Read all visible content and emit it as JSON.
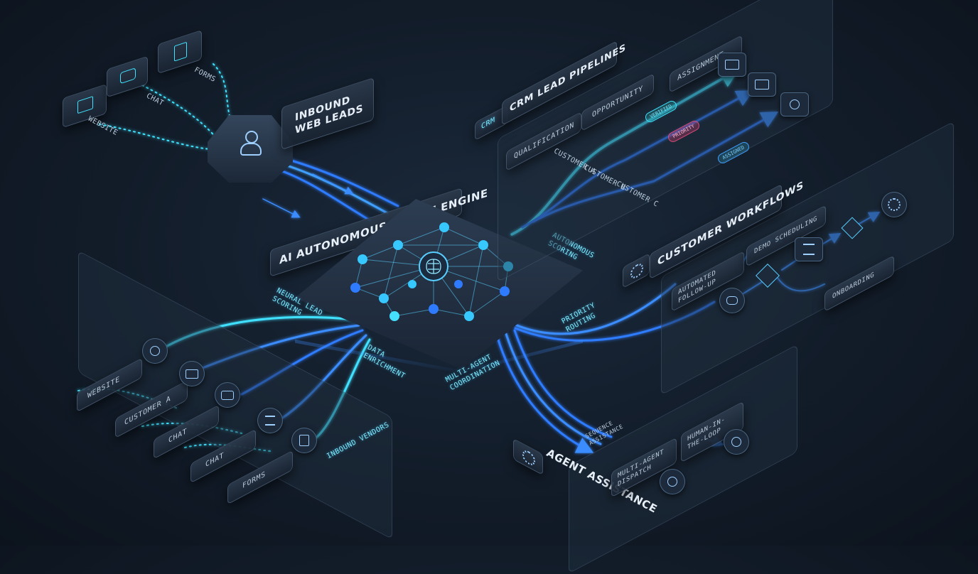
{
  "sources": {
    "website_label": "Website",
    "chat_label": "Chat",
    "forms_label": "Forms"
  },
  "inbound": {
    "title_line1": "Inbound",
    "title_line2": "Web Leads"
  },
  "engine": {
    "title": "AI Autonomous Triage Engine"
  },
  "annotations": {
    "autonomous_scoring": "Autonomous Scoring",
    "priority_routing": "Priority Routing",
    "neural_lead_scoring": "Neural Lead Scoring",
    "data_enrichment": "Data Enrichment",
    "multi_agent_coordination": "Multi-Agent Coordination"
  },
  "crm": {
    "chip": "CRM",
    "title": "CRM Lead Pipelines",
    "stages": [
      "Qualification",
      "Opportunity",
      "Assignment"
    ],
    "rows": [
      "Customer A",
      "Customer B",
      "Customer C"
    ],
    "badges": [
      "Verified",
      "Priority",
      "Assigned"
    ]
  },
  "workflows": {
    "title": "Customer Workflows",
    "steps": [
      "Automated Follow-Up",
      "Demo Scheduling",
      "Onboarding"
    ]
  },
  "assistance": {
    "title": "Agent Assistance",
    "boxes": [
      "Multi-Agent Dispatch",
      "Human-in-the-Loop",
      "Sequence Assistance"
    ]
  },
  "bottom_left": {
    "rows": [
      "Website",
      "Customer A",
      "Chat",
      "Chat",
      "Forms"
    ],
    "caption": "Inbound Vendors"
  },
  "colors": {
    "cyan": "#3fe0ff",
    "blue": "#2f7bff",
    "navy": "#121c29",
    "priority": "#d94a7a"
  },
  "icons": {
    "website": "browser-icon",
    "chat": "chat-bubbles-icon",
    "forms": "document-icon",
    "inbound": "user-icon",
    "engine": "brain-network-icon",
    "workflow": "gear-icon",
    "assistance": "gear-icon"
  }
}
